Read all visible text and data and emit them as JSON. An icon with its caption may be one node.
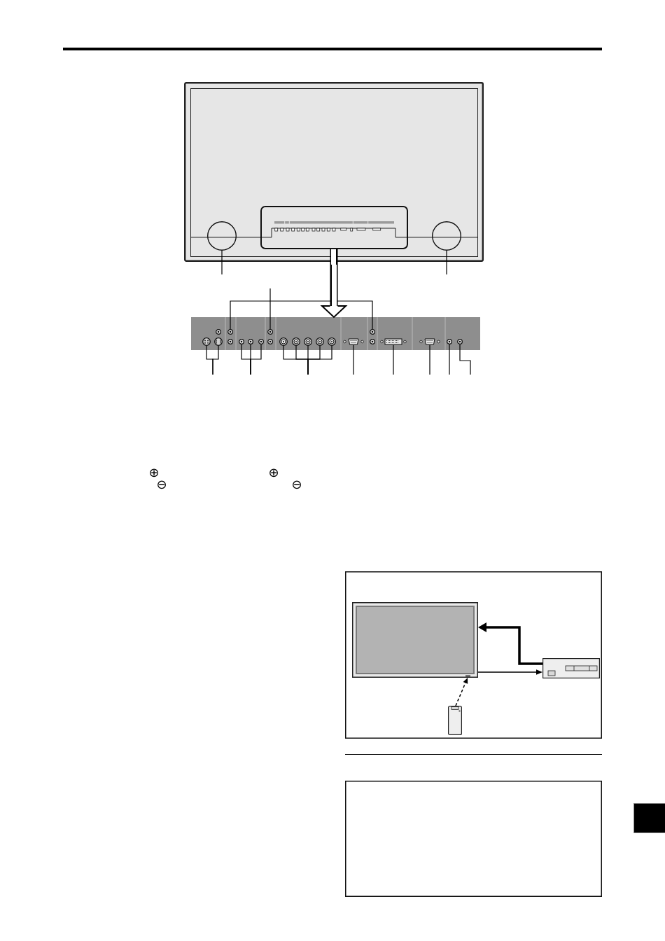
{
  "diagram": {
    "nodes": [
      {
        "text": [],
        "shape": "picture"
      },
      {
        "text": [],
        "shape": "circle",
        "in": 0
      },
      {
        "text": [],
        "shape": "box",
        "in": 0
      },
      {
        "text": [],
        "shape": "circle",
        "in": 0
      },
      {
        "text": [],
        "shape": "box"
      },
      {
        "text": [],
        "shape": "circle",
        "in": 4
      },
      {
        "text": [],
        "shape": "circle",
        "in": 4
      },
      {
        "text": [],
        "shape": "circle",
        "in": 4
      },
      {
        "text": [],
        "shape": "circle",
        "in": 4
      },
      {
        "text": [],
        "shape": "circle",
        "in": 4
      },
      {
        "text": [],
        "shape": "circle",
        "in": 4
      },
      {
        "text": [],
        "shape": "circle",
        "in": 4
      },
      {
        "text": [],
        "shape": "circle",
        "in": 4
      },
      {
        "text": [],
        "shape": "circle",
        "in": 4
      },
      {
        "text": [],
        "shape": "circle",
        "in": 4
      },
      {
        "text": [],
        "shape": "circle",
        "in": 4
      },
      {
        "text": [],
        "shape": "circle",
        "in": 4
      },
      {
        "text": [],
        "shape": "picture",
        "in": 4
      },
      {
        "text": [],
        "shape": "circle",
        "in": 4
      },
      {
        "text": [],
        "shape": "picture",
        "in": 4
      },
      {
        "text": [],
        "shape": "picture",
        "in": 4
      },
      {
        "text": [],
        "shape": "circle",
        "in": 4
      },
      {
        "text": [],
        "shape": "circle",
        "in": 4
      },
      {
        "text": [],
        "shape": "box"
      },
      {
        "text": [],
        "shape": "picture",
        "in": 23
      },
      {
        "text": [],
        "shape": "picture",
        "in": 23
      },
      {
        "text": [],
        "shape": "picture",
        "in": 23
      },
      {
        "text": [],
        "shape": "box"
      }
    ],
    "edges": [
      {
        "from": null,
        "to": 1,
        "arrow": "none"
      },
      {
        "from": null,
        "to": 3,
        "arrow": "none"
      },
      {
        "from": 2,
        "to": 4,
        "arrow": "to",
        "style": "thick"
      },
      {
        "from": 7,
        "to": 18,
        "arrow": "none"
      },
      {
        "from": null,
        "to": 11,
        "arrow": "none"
      },
      {
        "from": null,
        "to": 5,
        "arrow": "none"
      },
      {
        "from": null,
        "to": 6,
        "arrow": "none"
      },
      {
        "from": null,
        "to": 8,
        "arrow": "none"
      },
      {
        "from": null,
        "to": 9,
        "arrow": "none"
      },
      {
        "from": null,
        "to": 10,
        "arrow": "none"
      },
      {
        "from": null,
        "to": 12,
        "arrow": "none"
      },
      {
        "from": null,
        "to": 13,
        "arrow": "none"
      },
      {
        "from": null,
        "to": 14,
        "arrow": "none"
      },
      {
        "from": null,
        "to": 15,
        "arrow": "none"
      },
      {
        "from": null,
        "to": 16,
        "arrow": "none"
      },
      {
        "from": null,
        "to": 17,
        "arrow": "none"
      },
      {
        "from": null,
        "to": 19,
        "arrow": "none"
      },
      {
        "from": null,
        "to": 20,
        "arrow": "none"
      },
      {
        "from": null,
        "to": 21,
        "arrow": "none"
      },
      {
        "from": null,
        "to": 22,
        "arrow": "none"
      },
      {
        "from": 25,
        "to": 24,
        "arrow": "to",
        "style": "thick"
      },
      {
        "from": 24,
        "to": 25,
        "arrow": "to"
      },
      {
        "from": 26,
        "to": 24,
        "arrow": "to",
        "style": "dashed"
      }
    ],
    "labels": [
      "⊕",
      "⊖",
      "⊕",
      "⊖"
    ]
  }
}
